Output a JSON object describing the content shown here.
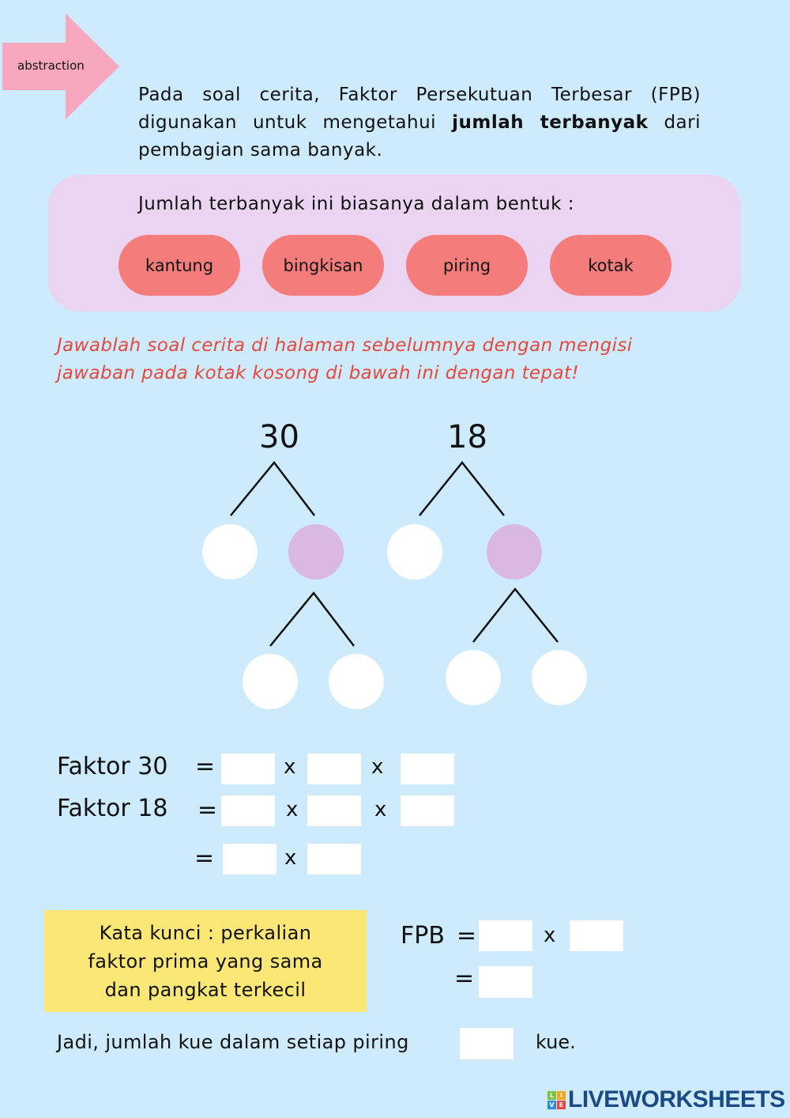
{
  "badge": {
    "label": "abstraction"
  },
  "intro": {
    "part1": "Pada soal cerita, Faktor Persekutuan Terbesar (FPB) digunakan untuk mengetahui ",
    "bold": "jumlah terbanyak",
    "part2": " dari pembagian sama banyak."
  },
  "forms": {
    "lead": "Jumlah terbanyak ini biasanya dalam bentuk :",
    "items": [
      "kantung",
      "bingkisan",
      "piring",
      "kotak"
    ]
  },
  "instruction": "Jawablah soal cerita di halaman sebelumnya dengan mengisi jawaban pada kotak kosong di bawah ini dengan tepat!",
  "tree": {
    "left_root": "30",
    "right_root": "18"
  },
  "equations": {
    "row1_label": "Faktor 30",
    "row2_label": "Faktor 18",
    "equals": "=",
    "times": "x"
  },
  "keyword": {
    "line1": "Kata kunci : perkalian",
    "line2": "faktor prima yang sama",
    "line3": "dan pangkat terkecil"
  },
  "fpb": {
    "label": "FPB"
  },
  "conclusion": {
    "prefix": "Jadi, jumlah kue dalam setiap piring",
    "suffix": "kue."
  },
  "logo": {
    "text": "LIVEWORKSHEETS",
    "letters": [
      "L",
      "I",
      "V",
      "E"
    ]
  },
  "colors": {
    "background": "#cdebfc",
    "pill": "#f47d7b",
    "purple_circle": "#d9b8e1",
    "instruction": "#e8473d",
    "keyword_box": "#fbe775"
  }
}
